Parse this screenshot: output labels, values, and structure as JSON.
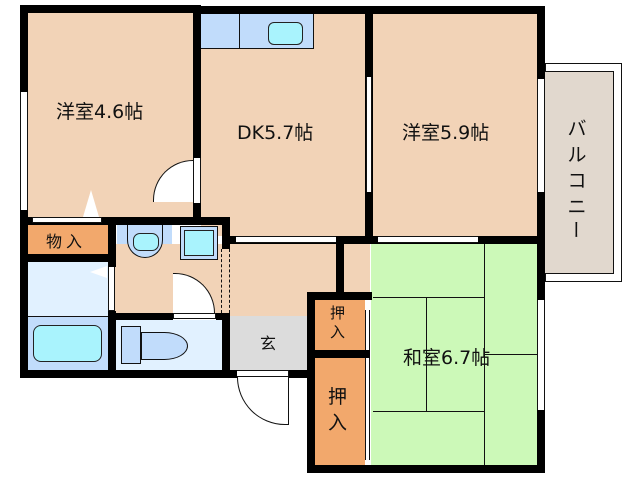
{
  "floorplan": {
    "rooms": {
      "western_room_1": {
        "label": "洋室4.6帖"
      },
      "dining_kitchen": {
        "label": "DK5.7帖"
      },
      "western_room_2": {
        "label": "洋室5.9帖"
      },
      "balcony": {
        "label": "バルコニー",
        "chars": [
          "バ",
          "ル",
          "コ",
          "ニ",
          "ー"
        ]
      },
      "storage": {
        "label": "物入"
      },
      "entrance": {
        "label": "玄"
      },
      "closet_upper": {
        "label": "押入",
        "chars": [
          "押",
          "入"
        ]
      },
      "closet_lower": {
        "label": "押入",
        "chars": [
          "押",
          "入"
        ]
      },
      "japanese_room": {
        "label": "和室6.7帖"
      }
    },
    "colors": {
      "western": "#f2d3b7",
      "closet": "#f2a86c",
      "tatami": "#ccf9b8",
      "wet_area": "#e1f1ff",
      "fixture": "#a9f3fd",
      "entrance": "#dcdcdc",
      "balcony": "#e1d8ce",
      "wall": "#000000"
    }
  }
}
